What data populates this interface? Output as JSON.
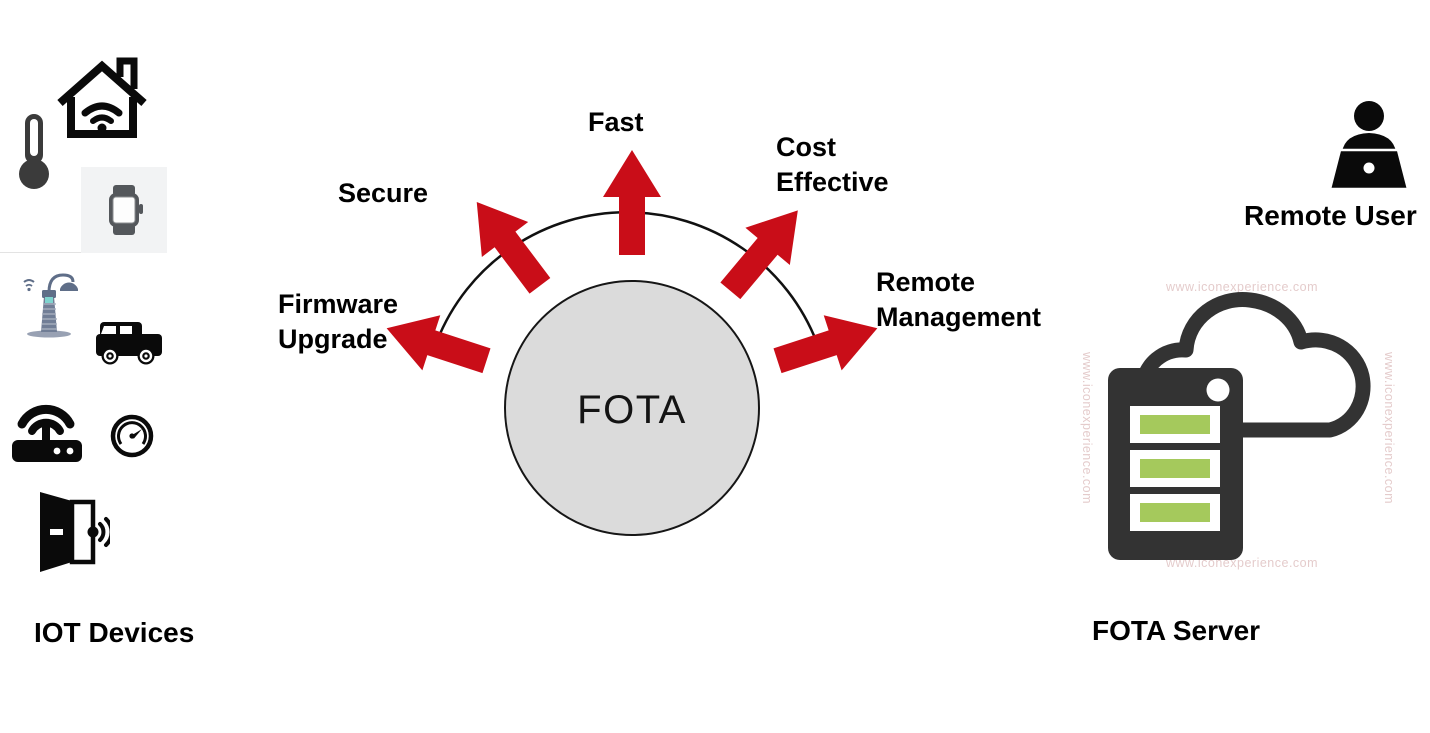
{
  "colors": {
    "arrow_red": "#c90d18",
    "circle_fill": "#dbdbdb",
    "circle_stroke": "#161616",
    "icon_black": "#0a0a0a",
    "server_dark": "#333333",
    "server_green": "#a5c95c",
    "lamp_blue": "#5f6e88",
    "watch_card_bg": "#f2f3f4"
  },
  "iot": {
    "label": "IOT Devices",
    "icons": [
      {
        "name": "smart-home-icon"
      },
      {
        "name": "thermometer-icon"
      },
      {
        "name": "smartwatch-icon"
      },
      {
        "name": "street-lamp-icon"
      },
      {
        "name": "connected-car-icon"
      },
      {
        "name": "wifi-router-icon"
      },
      {
        "name": "gauge-icon"
      },
      {
        "name": "smart-door-icon"
      }
    ]
  },
  "diagram": {
    "center_label": "FOTA",
    "benefits": [
      {
        "id": "firmware-upgrade",
        "label": "Firmware\nUpgrade"
      },
      {
        "id": "secure",
        "label": "Secure"
      },
      {
        "id": "fast",
        "label": "Fast"
      },
      {
        "id": "cost-effective",
        "label": "Cost\nEffective"
      },
      {
        "id": "remote-management",
        "label": "Remote\nManagement"
      }
    ]
  },
  "remote_user": {
    "label": "Remote User"
  },
  "fota_server": {
    "label": "FOTA Server",
    "watermark": "www.iconexperience.com"
  }
}
